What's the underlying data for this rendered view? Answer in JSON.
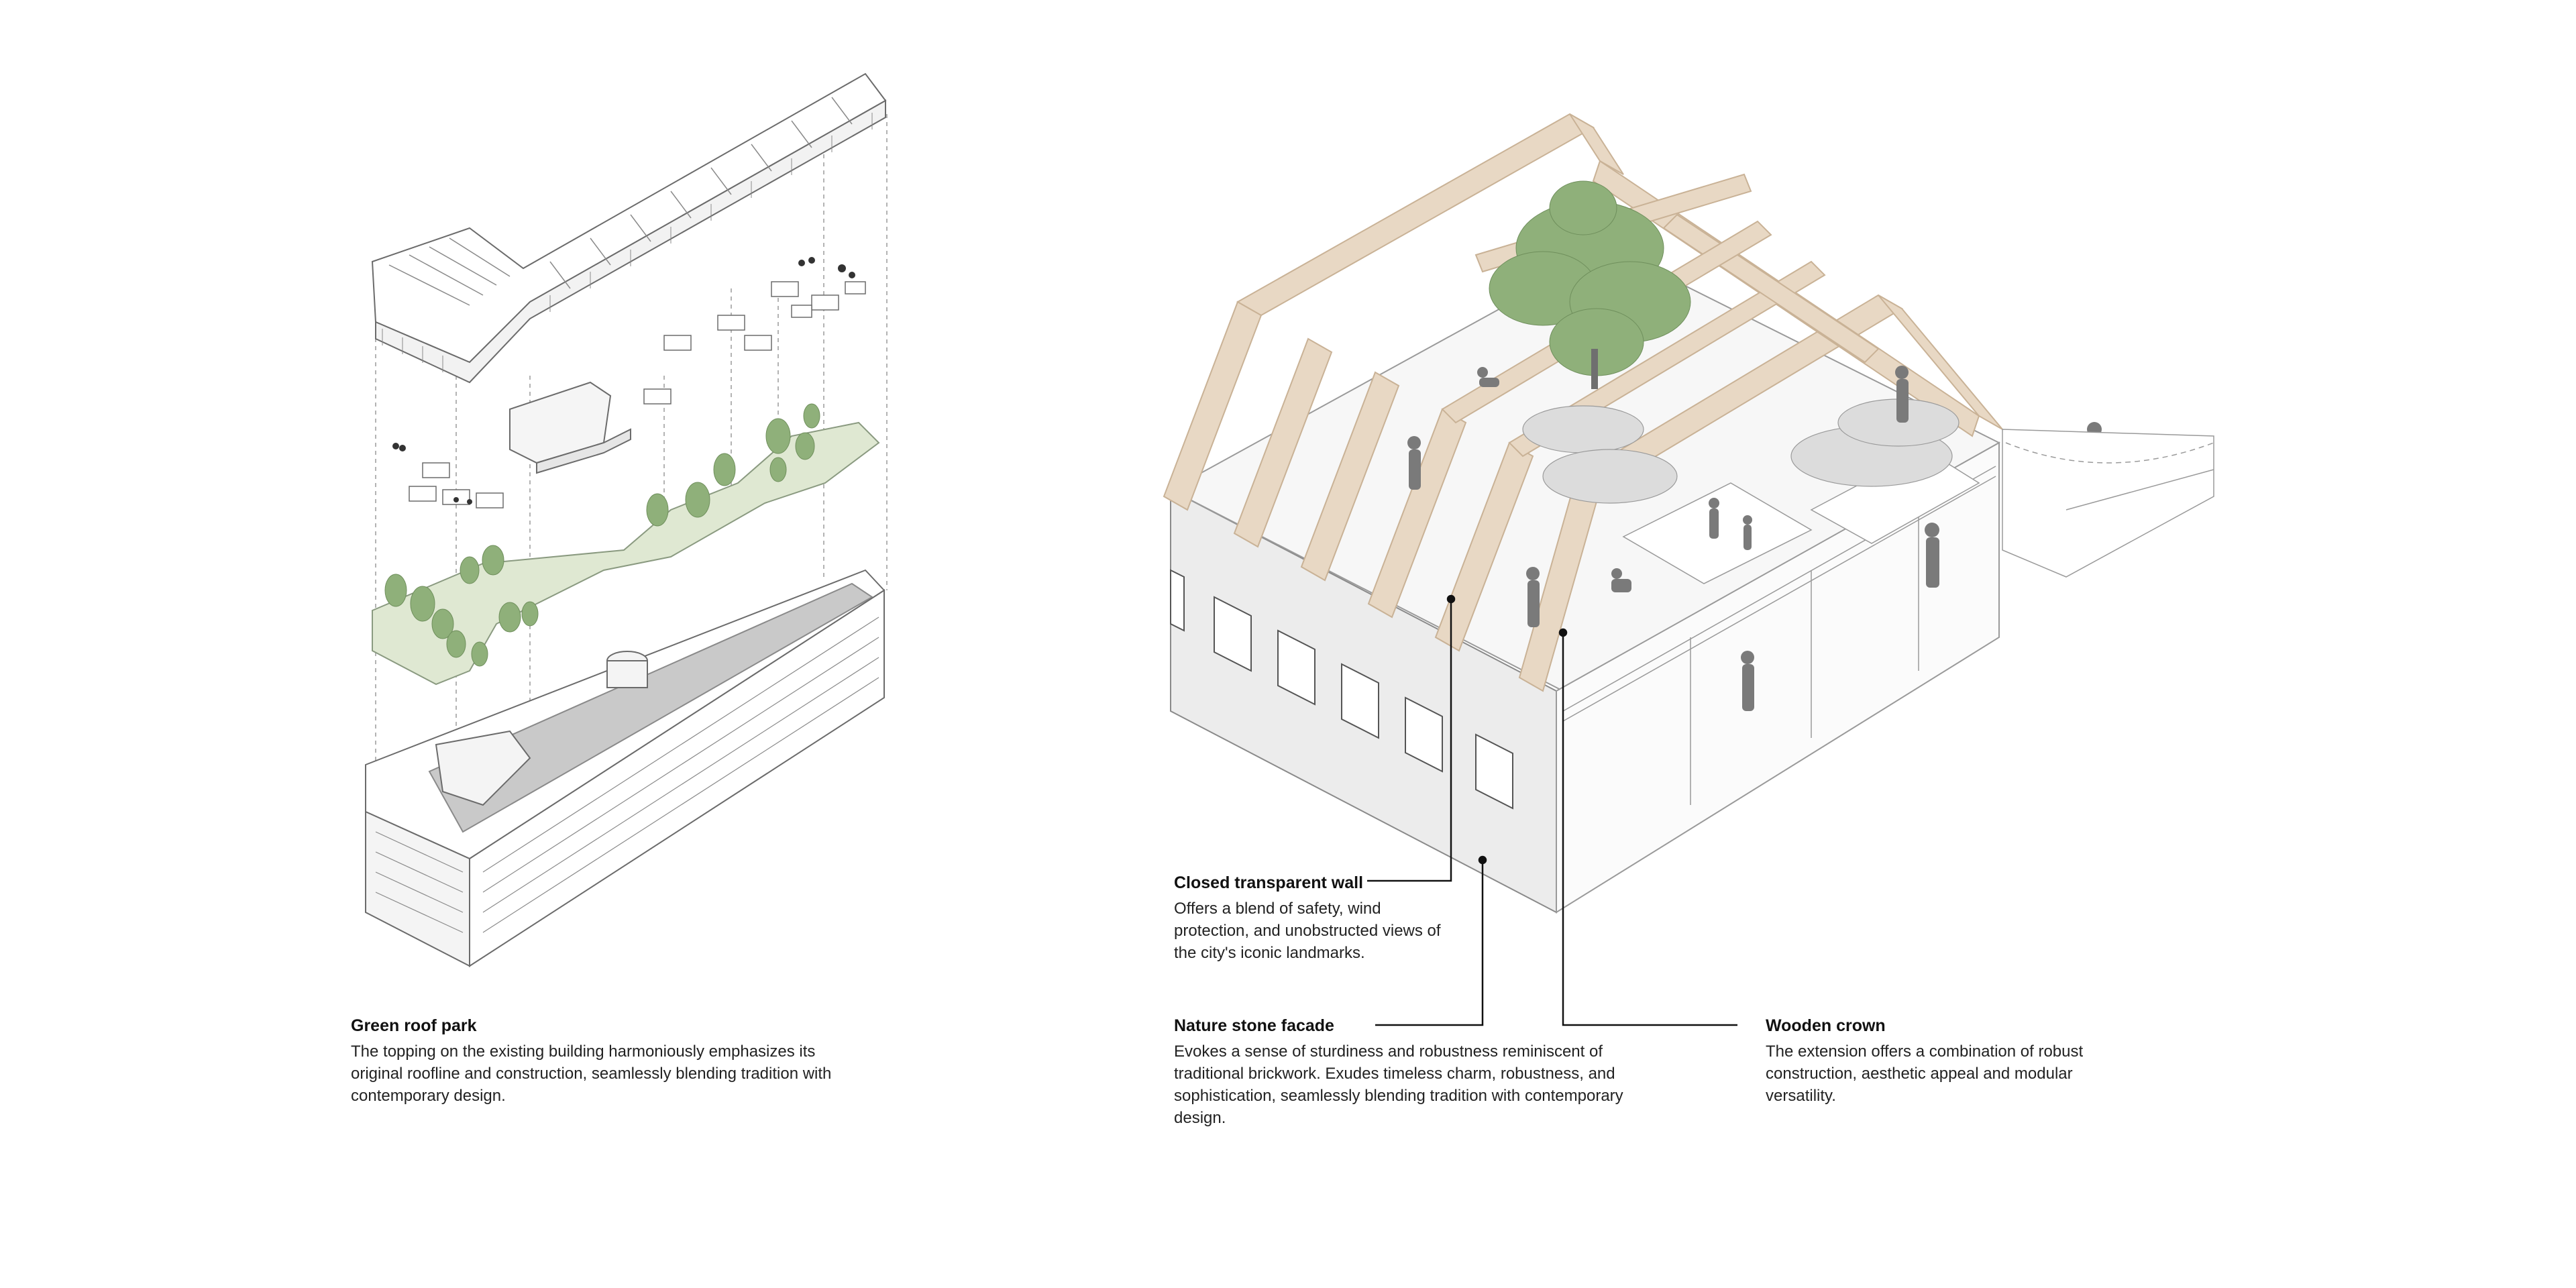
{
  "captions": {
    "green_roof": {
      "title": "Green roof park",
      "body": "The topping on the existing building harmoniously emphasizes its original roofline and construction, seamlessly blending tradition with contemporary design."
    },
    "transparent_wall": {
      "title": "Closed transparent wall",
      "body": "Offers a blend of safety, wind protection, and unobstructed views of the city's iconic landmarks."
    },
    "stone_facade": {
      "title": "Nature stone facade",
      "body": "Evokes a sense of sturdiness and robustness reminiscent of traditional brickwork. Exudes timeless charm, robustness, and sophistication, seamlessly blending tradition with contemporary design."
    },
    "wooden_crown": {
      "title": "Wooden crown",
      "body": "The extension offers a combination of robust construction, aesthetic appeal and modular versatility."
    }
  },
  "colors": {
    "line": "#6b6b6b",
    "leader": "#111111",
    "green": "#8fb07a",
    "green_fill": "#dfe8d2",
    "timber": "#e8d8c4",
    "timber_stroke": "#c9b296",
    "roof_grey": "#c9c9c9",
    "wall_grey": "#ececec",
    "figure": "#7a7a7a"
  }
}
